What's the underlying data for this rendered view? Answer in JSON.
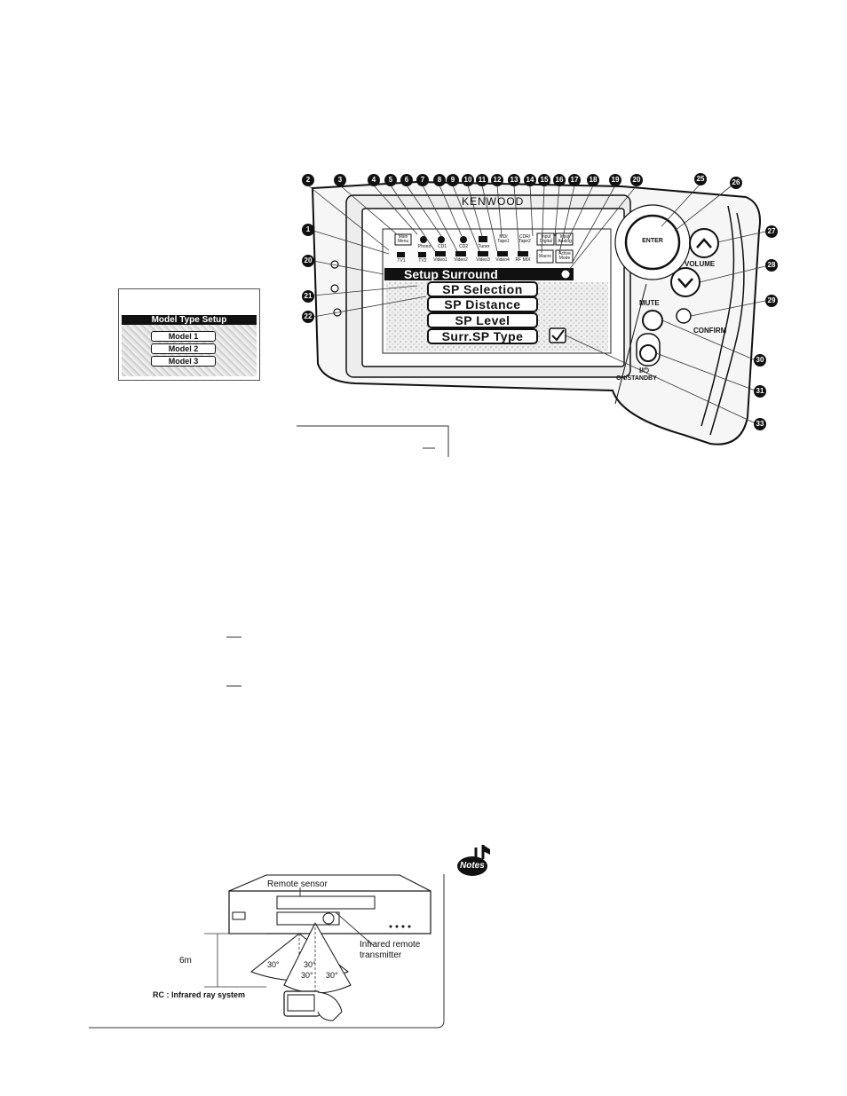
{
  "model_setup": {
    "title": "Model Type Setup",
    "options": [
      "Model 1",
      "Model 2",
      "Model 3"
    ]
  },
  "remote": {
    "brand": "KENWOOD",
    "screen": {
      "title": "Setup Surround",
      "menu": [
        "SP Selection",
        "SP Distance",
        "SP Level",
        "Surr.SP Type"
      ]
    },
    "source_buttons_top": [
      "Main Menu",
      "Phono",
      "CD1",
      "CD2",
      "Tuner",
      "MD/ Tape1",
      "CDR/ Tape2",
      "Input Digital",
      "Input Analog"
    ],
    "source_buttons_bottom": [
      "TV1",
      "TV2",
      "Video1",
      "Video2",
      "Video3",
      "Video4",
      "RF MIX",
      "Macro",
      "Active Mode"
    ],
    "keys": {
      "enter": "ENTER",
      "volume": "VOLUME",
      "confirm": "CONFIRM",
      "mute": "MUTE",
      "standby_symbol": "I/⏻",
      "standby": "ON/STANDBY"
    },
    "callouts_top": [
      "2",
      "3",
      "4",
      "5",
      "6",
      "7",
      "8",
      "9",
      "10",
      "11",
      "12",
      "13",
      "14",
      "15",
      "16",
      "17",
      "18",
      "19",
      "20"
    ],
    "callouts_right": [
      "25",
      "26",
      "27",
      "28",
      "29",
      "30",
      "31",
      "33"
    ],
    "callouts_left": [
      "1",
      "20",
      "21",
      "22"
    ]
  },
  "range_diagram": {
    "sensor_label": "Remote sensor",
    "transmitter_label": "Infrared remote transmitter",
    "distance": "6m",
    "angles": [
      "30°",
      "30°",
      "30°",
      "30°"
    ],
    "caption": "RC : Infrared ray system"
  },
  "notes": {
    "icon_label": "Notes"
  }
}
